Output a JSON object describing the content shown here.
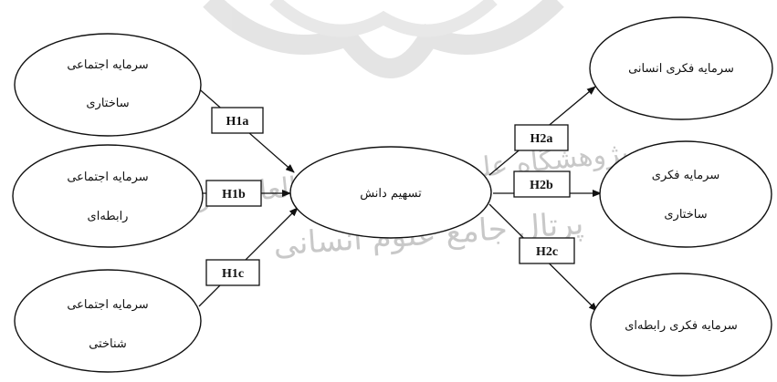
{
  "watermark": {
    "line1": "پژوهشگاه علوم انسانی و مطالعات فرهنگی",
    "line2": "پرتال جامع علوم انسانی"
  },
  "center": {
    "label": "تسهیم دانش"
  },
  "inputs": [
    {
      "id": "structural-social",
      "line1": "سرمایه اجتماعی",
      "line2": "ساختاری"
    },
    {
      "id": "relational-social",
      "line1": "سرمایه اجتماعی",
      "line2": "رابطه‌ای"
    },
    {
      "id": "cognitive-social",
      "line1": "سرمایه اجتماعی",
      "line2": "شناختی"
    }
  ],
  "outputs": [
    {
      "id": "human-intellectual",
      "line1": "سرمایه فکری انسانی",
      "line2": ""
    },
    {
      "id": "structural-intellectual",
      "line1": "سرمایه فکری",
      "line2": "ساختاری"
    },
    {
      "id": "relational-intellectual",
      "line1": "سرمایه فکری رابطه‌ای",
      "line2": ""
    }
  ],
  "hypotheses": {
    "h1a": "H1a",
    "h1b": "H1b",
    "h1c": "H1c",
    "h2a": "H2a",
    "h2b": "H2b",
    "h2c": "H2c"
  }
}
